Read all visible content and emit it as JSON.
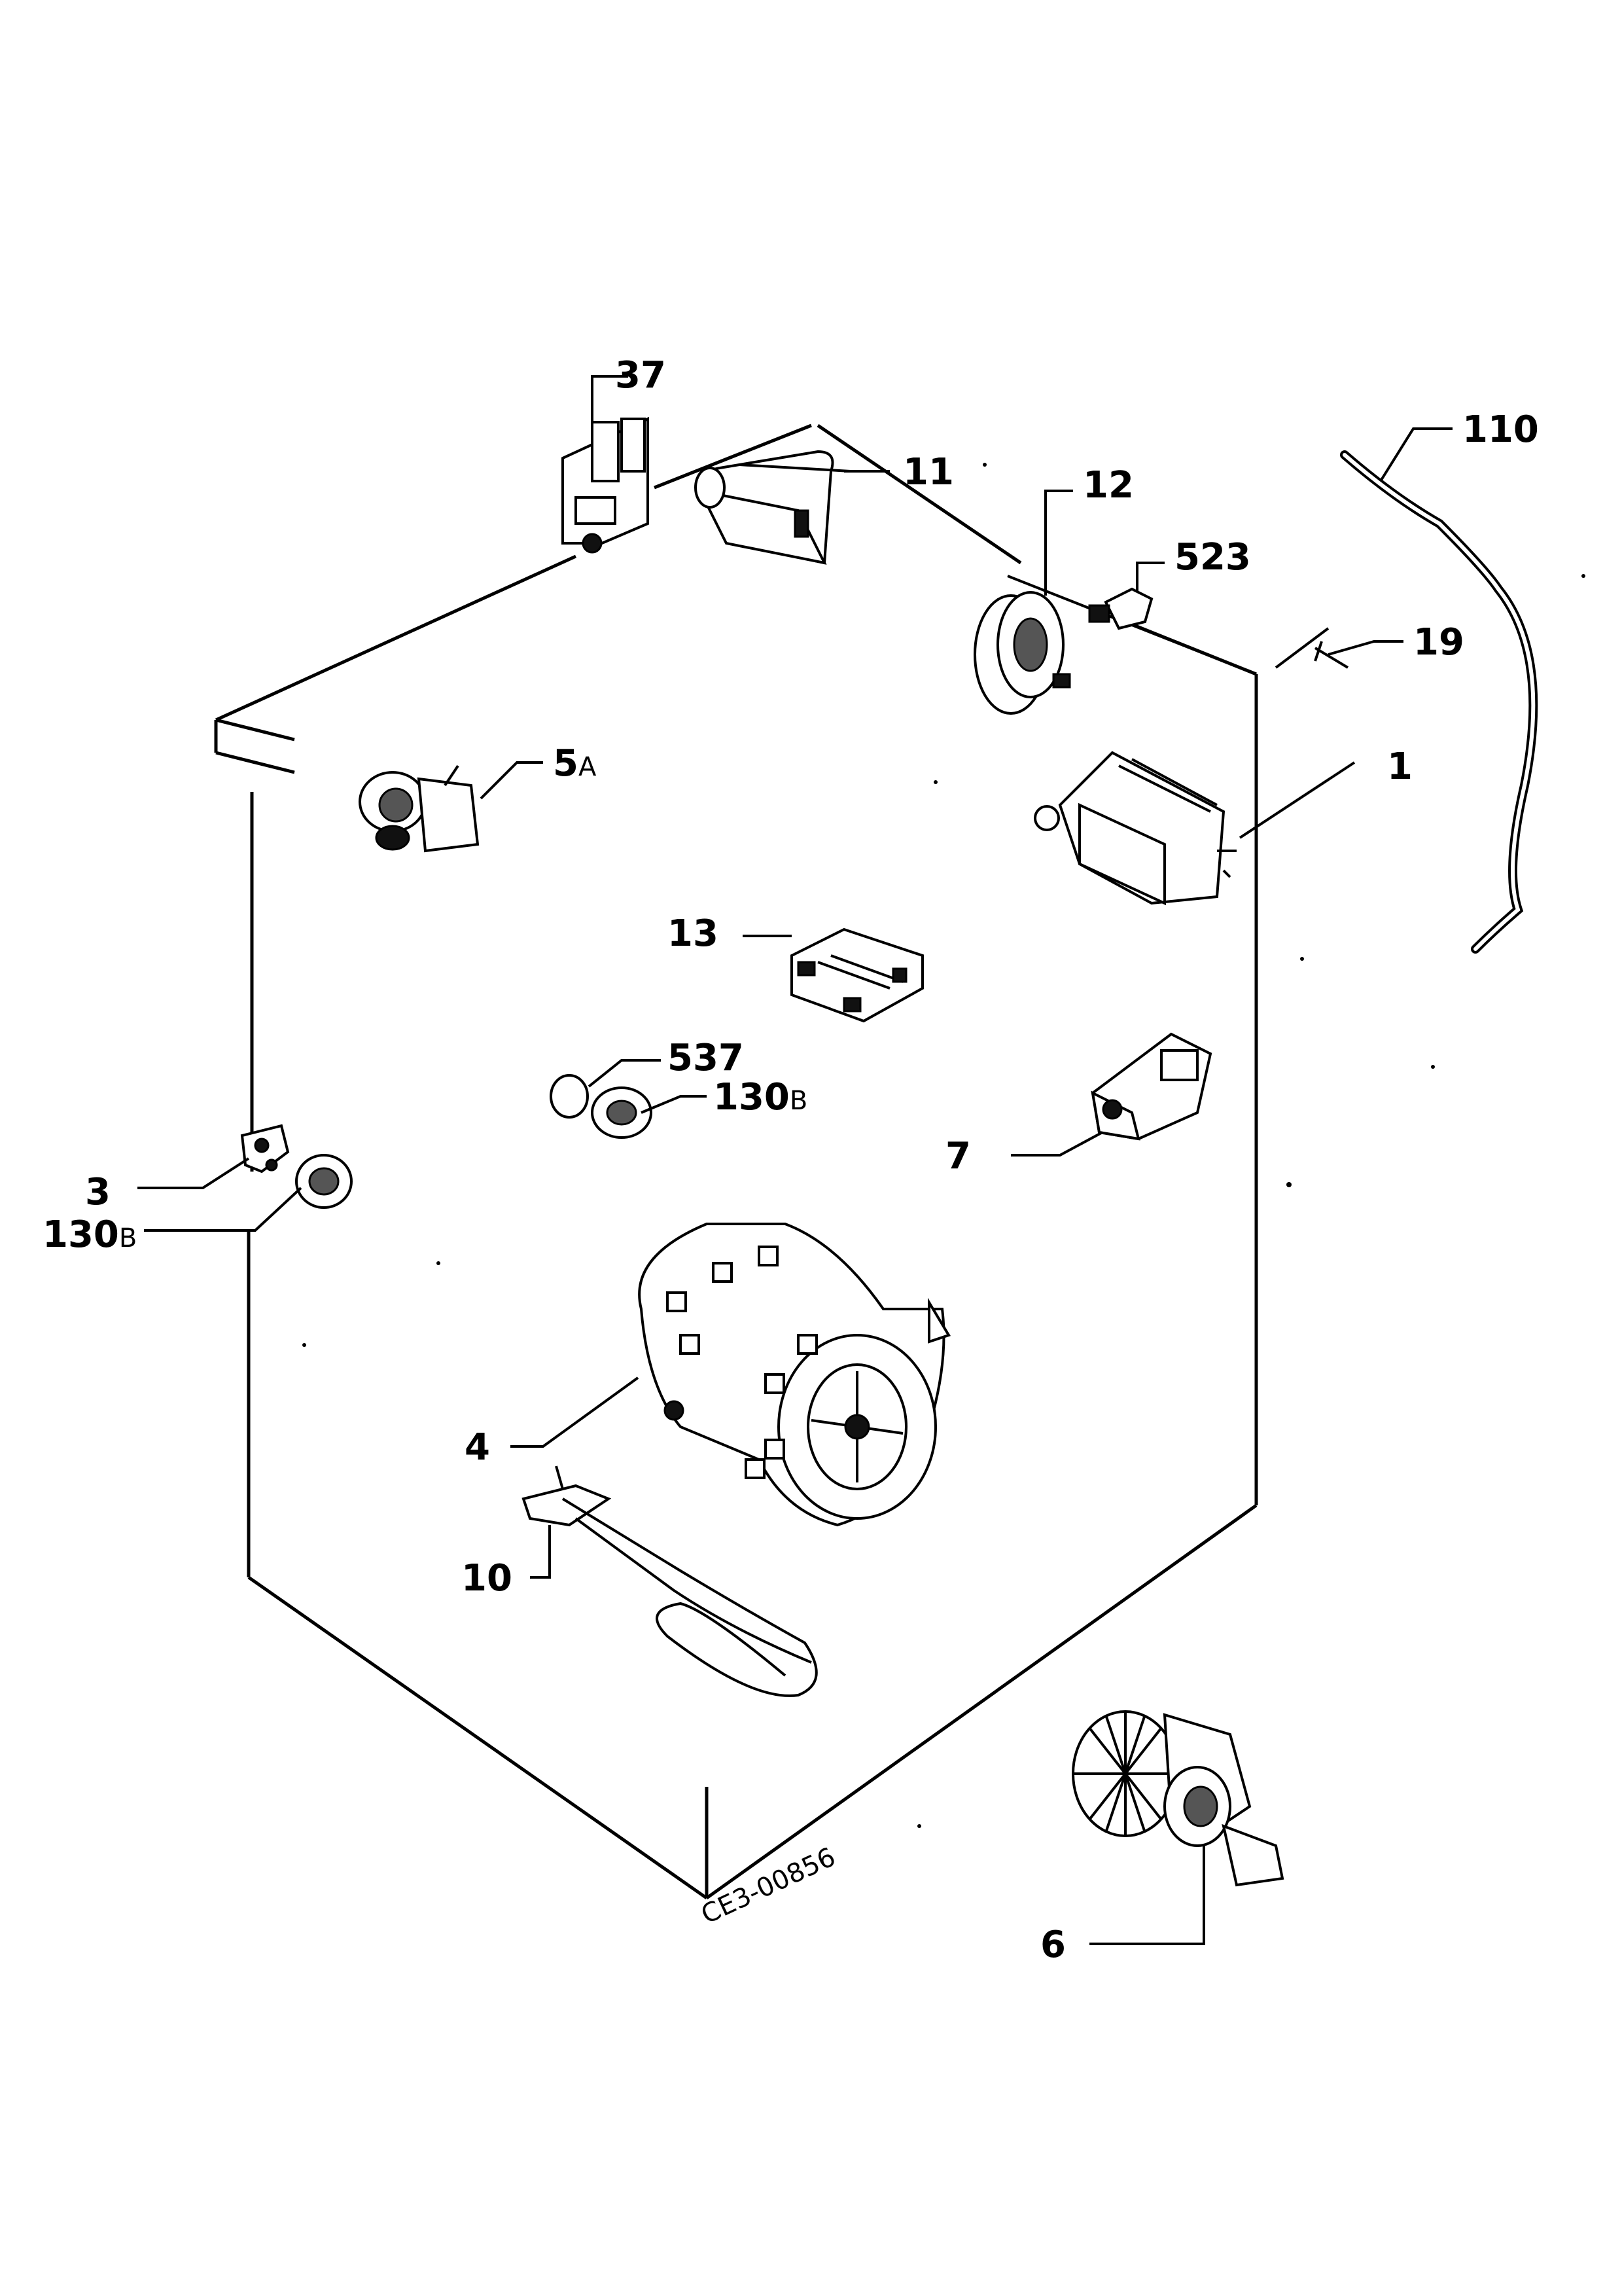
{
  "labels": {
    "l37": "37",
    "l11": "11",
    "l12": "12",
    "l523": "523",
    "l110": "110",
    "l19": "19",
    "l5a_num": "5",
    "l5a_suf": "A",
    "l1": "1",
    "l13": "13",
    "l537": "537",
    "l130b_mid_num": "130",
    "l130b_mid_suf": "B",
    "l7": "7",
    "l3": "3",
    "l130b_left_num": "130",
    "l130b_left_suf": "B",
    "l4": "4",
    "l10": "10",
    "l6": "6"
  },
  "drawing_code": "CE3-00856"
}
